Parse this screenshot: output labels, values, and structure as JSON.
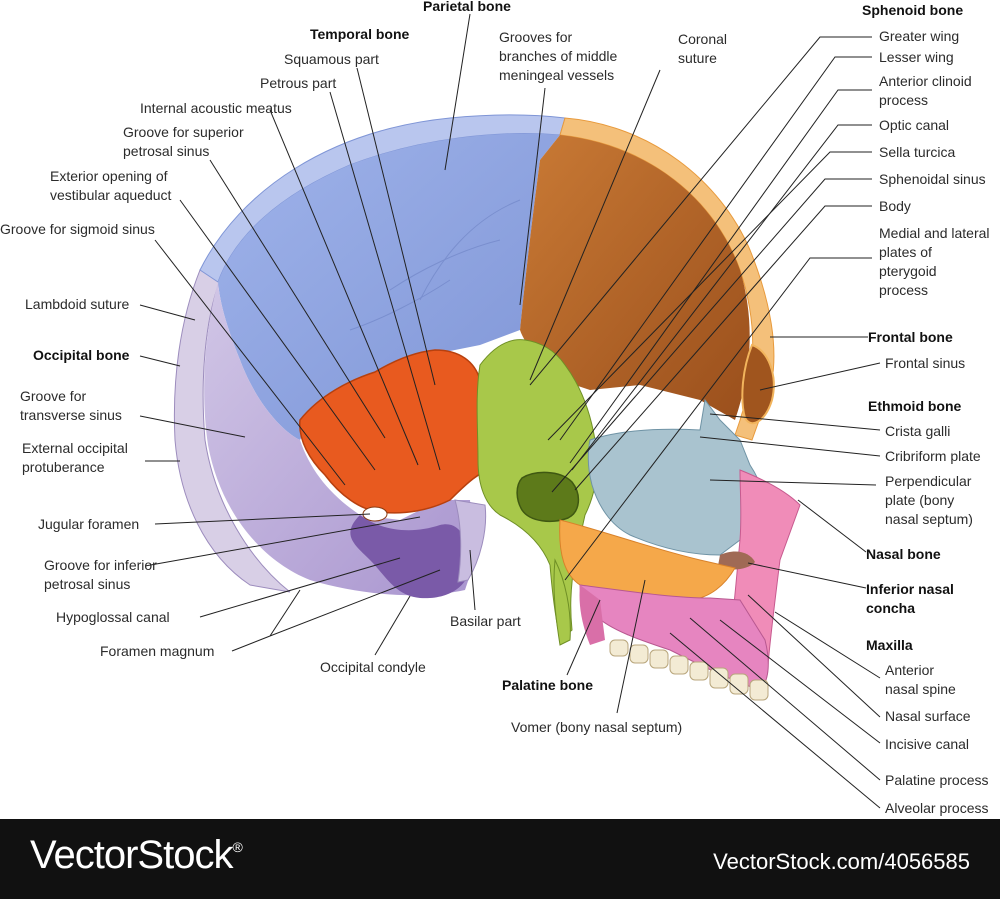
{
  "labels": {
    "parietal_bone": "Parietal bone",
    "temporal_bone": "Temporal bone",
    "squamous_part": "Squamous part",
    "petrous_part": "Petrous part",
    "internal_acoustic_meatus": "Internal acoustic meatus",
    "groove_superior_petrosal": [
      "Groove for superior",
      "petrosal sinus"
    ],
    "exterior_opening_vestibular": [
      "Exterior opening of",
      "vestibular aqueduct"
    ],
    "groove_sigmoid_sinus": "Groove for sigmoid sinus",
    "lambdoid_suture": "Lambdoid suture",
    "occipital_bone": "Occipital bone",
    "groove_transverse_sinus": [
      "Groove for",
      "transverse sinus"
    ],
    "external_occipital_protuberance": [
      "External occipital",
      "protuberance"
    ],
    "jugular_foramen": "Jugular foramen",
    "groove_inferior_petrosal": [
      "Groove for inferior",
      "petrosal sinus"
    ],
    "hypoglossal_canal": "Hypoglossal canal",
    "foramen_magnum": "Foramen magnum",
    "occipital_condyle": "Occipital condyle",
    "basilar_part": "Basilar part",
    "grooves_meningeal": [
      "Grooves for",
      "branches of middle",
      "meningeal vessels"
    ],
    "coronal_suture": [
      "Coronal",
      "suture"
    ],
    "sphenoid_bone": "Sphenoid bone",
    "greater_wing": "Greater wing",
    "lesser_wing": "Lesser wing",
    "anterior_clinoid": [
      "Anterior clinoid",
      "process"
    ],
    "optic_canal": "Optic canal",
    "sella_turcica": "Sella turcica",
    "sphenoidal_sinus": "Sphenoidal sinus",
    "body": "Body",
    "pterygoid_plates": [
      "Medial and lateral",
      "plates of",
      "pterygoid",
      "process"
    ],
    "frontal_bone": "Frontal bone",
    "frontal_sinus": "Frontal sinus",
    "ethmoid_bone": "Ethmoid bone",
    "crista_galli": "Crista galli",
    "cribriform_plate": "Cribriform plate",
    "perpendicular_plate": [
      "Perpendicular",
      "plate (bony",
      "nasal septum)"
    ],
    "nasal_bone": "Nasal bone",
    "inferior_nasal_concha": [
      "Inferior nasal",
      "concha"
    ],
    "maxilla": "Maxilla",
    "anterior_nasal_spine": [
      "Anterior",
      "nasal spine"
    ],
    "nasal_surface": "Nasal surface",
    "incisive_canal": "Incisive canal",
    "palatine_process": "Palatine process",
    "alveolar_process": "Alveolar process",
    "palatine_bone": "Palatine bone",
    "vomer": "Vomer (bony nasal septum)"
  },
  "footer": {
    "brand": "VectorStock",
    "registered": "®",
    "url": "VectorStock.com/4056585"
  },
  "colors": {
    "parietal": "#8fa5e2",
    "frontal": "#b8672a",
    "frontal_edge": "#f2b45c",
    "temporal": "#e85a1f",
    "occipital": "#b9a9d8",
    "occipital_dark": "#7a5aa8",
    "sphenoid": "#a8c84a",
    "ethmoid": "#a9c3cf",
    "nasal_pink": "#f08cb8",
    "vomer": "#f5a84a",
    "maxilla": "#e685c0",
    "background": "#ffffff",
    "footer_bg": "#111111"
  }
}
